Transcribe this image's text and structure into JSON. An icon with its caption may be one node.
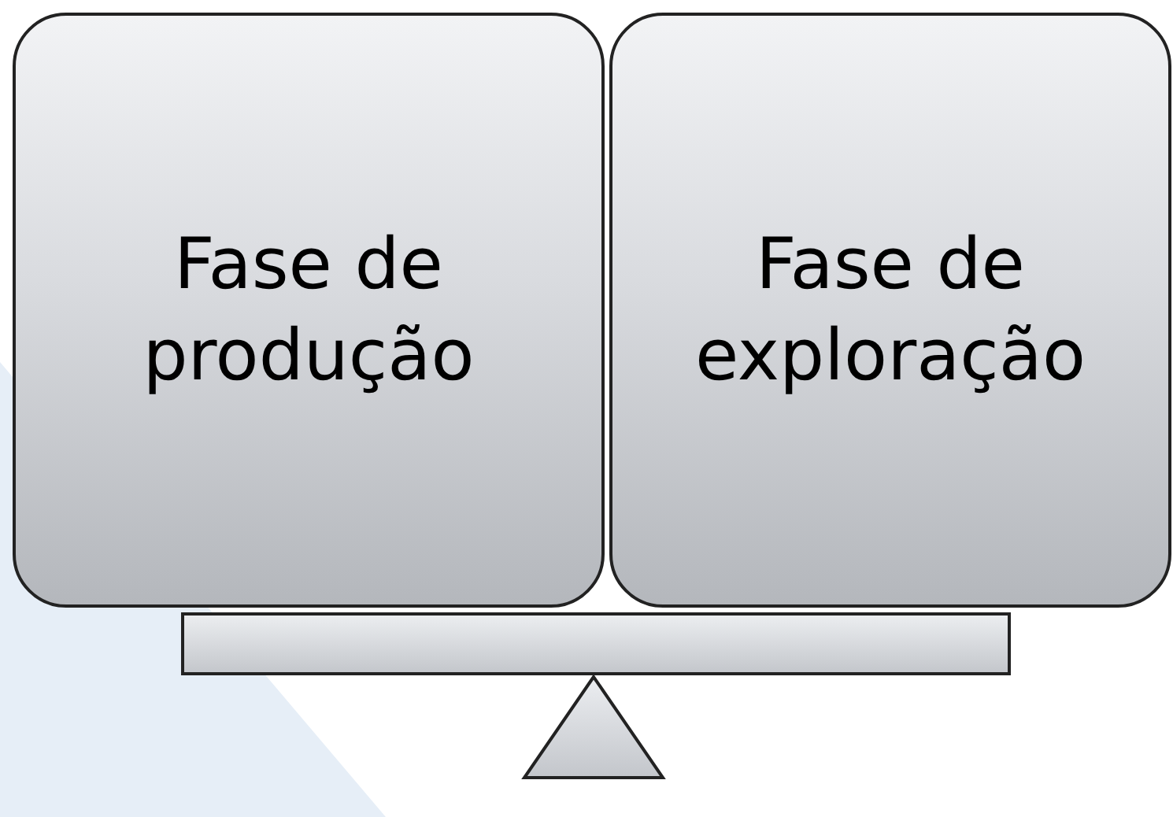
{
  "diagram": {
    "nodes": [
      {
        "text": [
          "Fase de produção"
        ]
      },
      {
        "text": [
          "Fase de exploração"
        ]
      },
      {
        "text": [],
        "shape": "bar"
      },
      {
        "text": [],
        "shape": "triangle"
      }
    ]
  }
}
